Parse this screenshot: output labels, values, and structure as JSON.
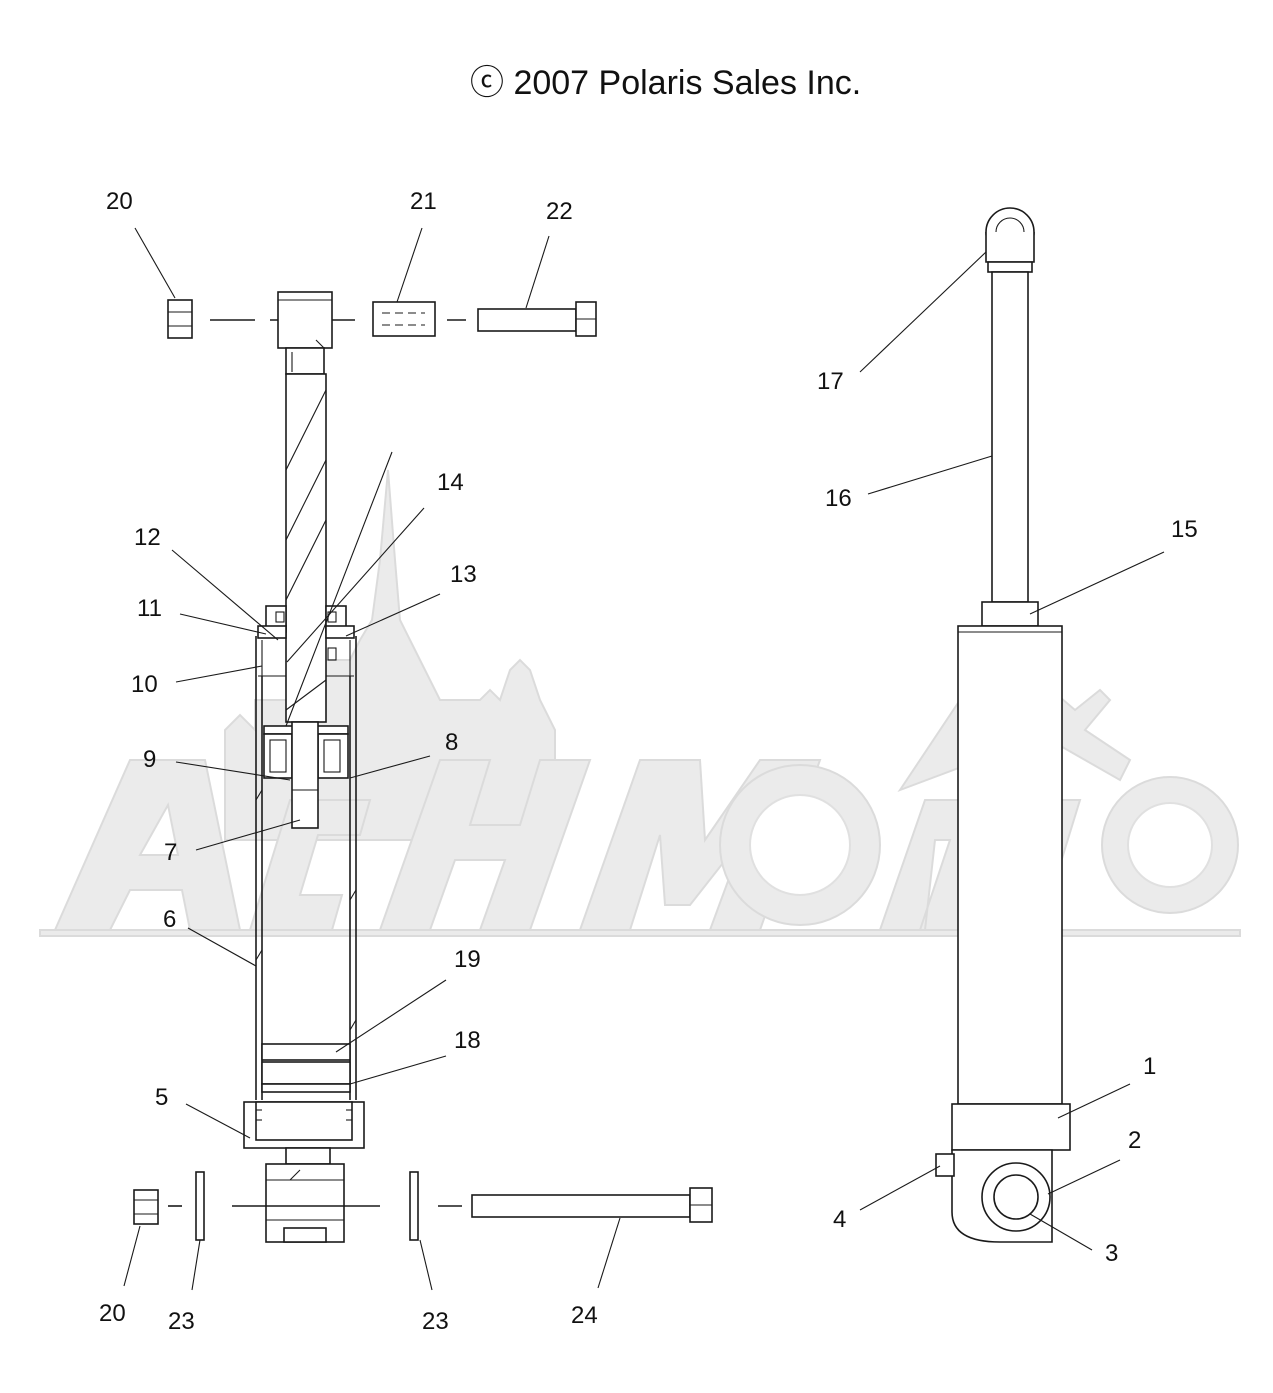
{
  "copyright": "ⓒ 2007 Polaris Sales Inc.",
  "watermark": {
    "logo_text": "AcHMoto",
    "color": "#e9e9e9"
  },
  "callouts": {
    "c20a": "20",
    "c21": "21",
    "c22": "22",
    "c14": "14",
    "c12": "12",
    "c13": "13",
    "c11": "11",
    "c10": "10",
    "c9": "9",
    "c8": "8",
    "c7": "7",
    "c6": "6",
    "c19": "19",
    "c18": "18",
    "c5": "5",
    "c20b": "20",
    "c23a": "23",
    "c23b": "23",
    "c24": "24",
    "c17": "17",
    "c16": "16",
    "c15": "15",
    "c1": "1",
    "c2": "2",
    "c3": "3",
    "c4": "4"
  },
  "colors": {
    "line": "#1a1a1a",
    "background": "#ffffff",
    "text": "#111111"
  }
}
